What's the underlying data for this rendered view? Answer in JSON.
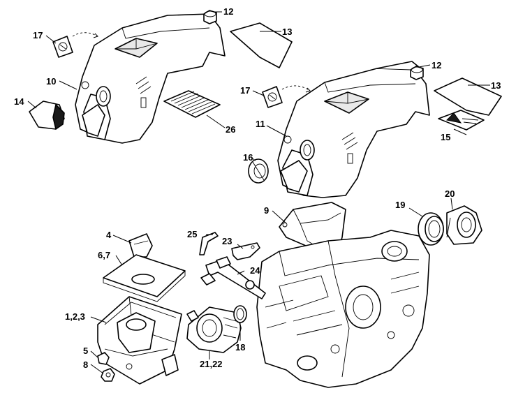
{
  "callouts": [
    {
      "id": "c12a",
      "text": "12"
    },
    {
      "id": "c13a",
      "text": "13"
    },
    {
      "id": "c17a",
      "text": "17"
    },
    {
      "id": "c10",
      "text": "10"
    },
    {
      "id": "c14",
      "text": "14"
    },
    {
      "id": "c26",
      "text": "26"
    },
    {
      "id": "c12b",
      "text": "12"
    },
    {
      "id": "c13b",
      "text": "13"
    },
    {
      "id": "c17b",
      "text": "17"
    },
    {
      "id": "c11",
      "text": "11"
    },
    {
      "id": "c15",
      "text": "15"
    },
    {
      "id": "c16",
      "text": "16"
    },
    {
      "id": "c9",
      "text": "9"
    },
    {
      "id": "c20",
      "text": "20"
    },
    {
      "id": "c19",
      "text": "19"
    },
    {
      "id": "c4",
      "text": "4"
    },
    {
      "id": "c67",
      "text": "6,7"
    },
    {
      "id": "c25",
      "text": "25"
    },
    {
      "id": "c23",
      "text": "23"
    },
    {
      "id": "c24",
      "text": "24"
    },
    {
      "id": "c123",
      "text": "1,2,3"
    },
    {
      "id": "c5",
      "text": "5"
    },
    {
      "id": "c8",
      "text": "8"
    },
    {
      "id": "c2122",
      "text": "21,22"
    },
    {
      "id": "c18",
      "text": "18"
    }
  ]
}
